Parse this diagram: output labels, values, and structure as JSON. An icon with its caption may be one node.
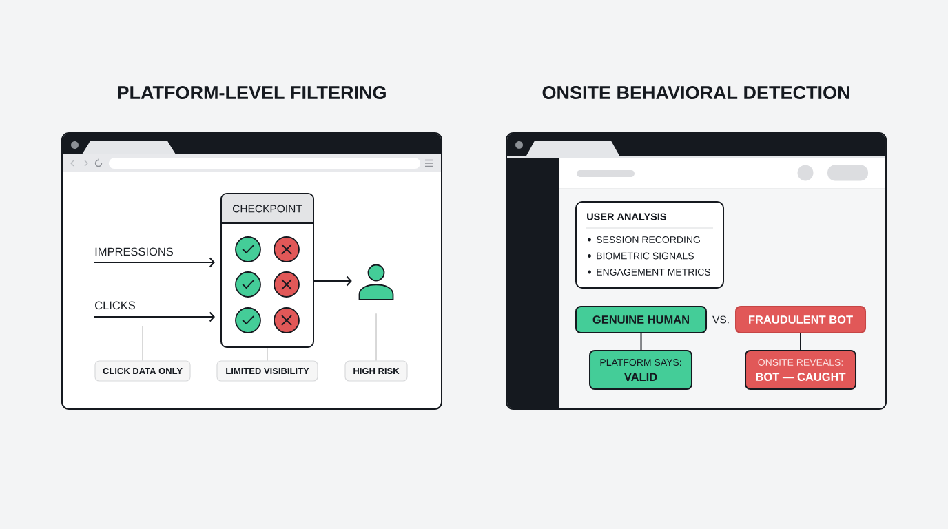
{
  "diagram": {
    "nodes": [
      {
        "text": [
          "PLATFORM-LEVEL FILTERING"
        ]
      },
      {
        "text": [],
        "shape": "bar",
        "in": 0
      },
      {
        "text": [
          "IMPRESSIONS"
        ],
        "in": 0
      },
      {
        "text": [
          "CLICKS"
        ],
        "in": 0
      },
      {
        "text": [
          "CHECKPOINT"
        ],
        "in": 0
      },
      {
        "text": [],
        "shape": "person",
        "in": 0
      },
      {
        "text": [
          "CLICK DATA ONLY"
        ],
        "in": 0
      },
      {
        "text": [
          "LIMITED VISIBILITY"
        ],
        "in": 0
      },
      {
        "text": [
          "HIGH RISK"
        ],
        "in": 0
      },
      {
        "text": [
          "ONSITE BEHAVIORAL DETECTION"
        ]
      },
      {
        "text": [],
        "shape": "bar",
        "in": 9
      },
      {
        "text": [
          "USER ANALYSIS",
          "SESSION RECORDING",
          "BIOMETRIC SIGNALS",
          "ENGAGEMENT METRICS"
        ],
        "in": 9
      },
      {
        "text": [
          "GENUINE HUMAN"
        ],
        "in": 9
      },
      {
        "text": [
          "FRAUDULENT BOT"
        ],
        "in": 9
      },
      {
        "text": [
          "PLATFORM SAYS:",
          "VALID"
        ],
        "in": 9
      },
      {
        "text": [
          "ONSITE REVEALS:",
          "BOT — CAUGHT"
        ],
        "in": 9
      }
    ],
    "edges": [
      {
        "from": 2,
        "to": 4,
        "arrow": "to"
      },
      {
        "from": 3,
        "to": 4,
        "arrow": "to"
      },
      {
        "from": 4,
        "to": 5,
        "arrow": "to"
      },
      {
        "from": 6,
        "to": 3,
        "arrow": "none",
        "color": "#cccccc"
      },
      {
        "from": 7,
        "to": 4,
        "arrow": "none",
        "color": "#cccccc"
      },
      {
        "from": 8,
        "to": 5,
        "arrow": "none",
        "color": "#cccccc"
      },
      {
        "from": 12,
        "to": 14,
        "arrow": "none"
      },
      {
        "from": 13,
        "to": 15,
        "arrow": "none"
      }
    ],
    "labels": [
      "VS."
    ]
  }
}
